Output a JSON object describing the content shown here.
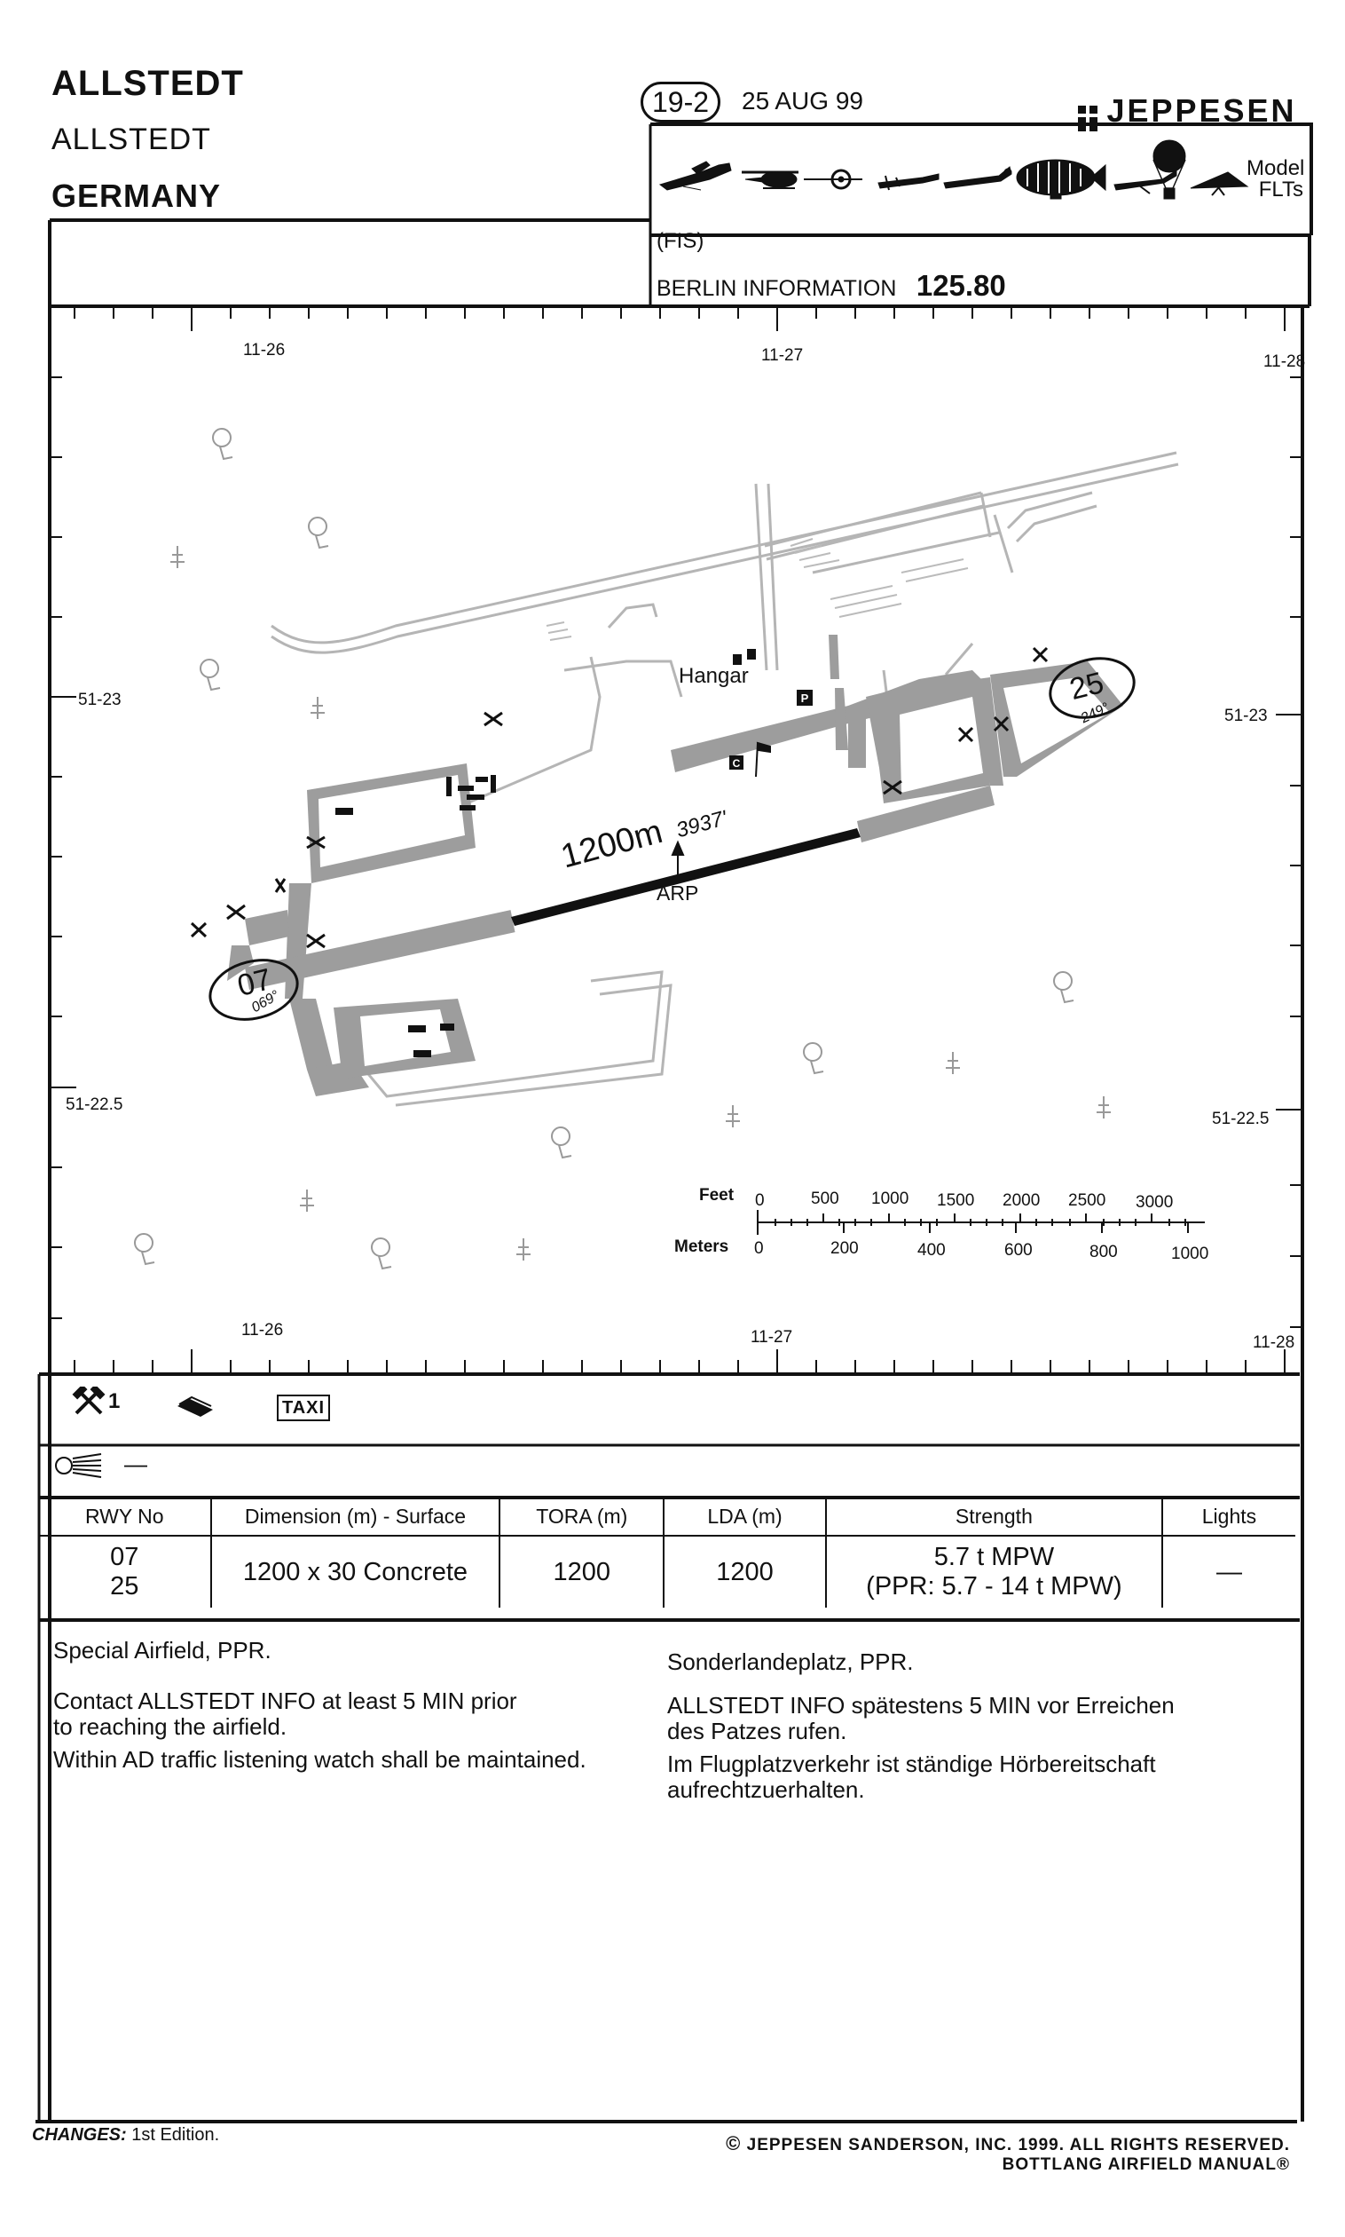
{
  "header": {
    "name_bold": "ALLSTEDT",
    "name_sub": "ALLSTEDT",
    "country": "GERMANY",
    "chart_number": "19-2",
    "date": "25 AUG 99",
    "brand": "JEPPESEN",
    "traffic_icons": [
      "powered-aircraft",
      "helicopter",
      "gyrocopter",
      "microlight",
      "glider",
      "airship",
      "sailplane",
      "balloon",
      "hang-glider"
    ],
    "traffic_label_1": "Model",
    "traffic_label_2": "FLTs"
  },
  "comms": {
    "service": "(FIS)",
    "callsign": "BERLIN INFORMATION",
    "frequency": "125.80"
  },
  "map": {
    "lon_top": [
      "11-26",
      "11-27",
      "11-28"
    ],
    "lon_bottom": [
      "11-26",
      "11-27",
      "11-28"
    ],
    "lat_left": [
      "51-23",
      "51-22.5"
    ],
    "lat_right": [
      "51-23",
      "51-22.5"
    ],
    "runway_length": "1200m",
    "runway_length_ft": "3937'",
    "arp_label": "ARP",
    "hangar_label": "Hangar",
    "rwy_07": "07",
    "rwy_07_bearing": "069°",
    "rwy_25": "25",
    "rwy_25_bearing": "249°",
    "parking_symbol": "P",
    "c_symbol": "C",
    "scale_feet_label": "Feet",
    "scale_meters_label": "Meters",
    "scale_feet": [
      "0",
      "500",
      "1000",
      "1500",
      "2000",
      "2500",
      "3000"
    ],
    "scale_meters": [
      "0",
      "200",
      "400",
      "600",
      "800",
      "1000"
    ]
  },
  "services": {
    "hammer_count": "1",
    "taxi_label": "TAXI",
    "lighting_value": "—"
  },
  "runway_table": {
    "headers": [
      "RWY No",
      "Dimension (m) - Surface",
      "TORA (m)",
      "LDA (m)",
      "Strength",
      "Lights"
    ],
    "rwy_a": "07",
    "rwy_b": "25",
    "dimension": "1200 x 30 Concrete",
    "tora": "1200",
    "lda": "1200",
    "strength_1": "5.7 t MPW",
    "strength_2": "(PPR: 5.7 - 14 t MPW)",
    "lights": "—"
  },
  "notes_en": {
    "line1": "Special Airfield, PPR.",
    "line2a": "Contact ALLSTEDT INFO at least 5 MIN prior",
    "line2b": "to reaching the airfield.",
    "line3": "Within AD traffic listening watch shall be maintained."
  },
  "notes_de": {
    "line1": "Sonderlandeplatz, PPR.",
    "line2a": "ALLSTEDT INFO spätestens 5 MIN vor Erreichen",
    "line2b": "des Patzes rufen.",
    "line3a": "Im Flugplatzverkehr ist ständige Hörbereitschaft",
    "line3b": "aufrechtzuerhalten."
  },
  "footer": {
    "changes_label": "CHANGES:",
    "changes_text": "1st Edition.",
    "copyright": "JEPPESEN SANDERSON, INC. 1999. ALL RIGHTS RESERVED.",
    "manual": "BOTTLANG AIRFIELD MANUAL"
  }
}
